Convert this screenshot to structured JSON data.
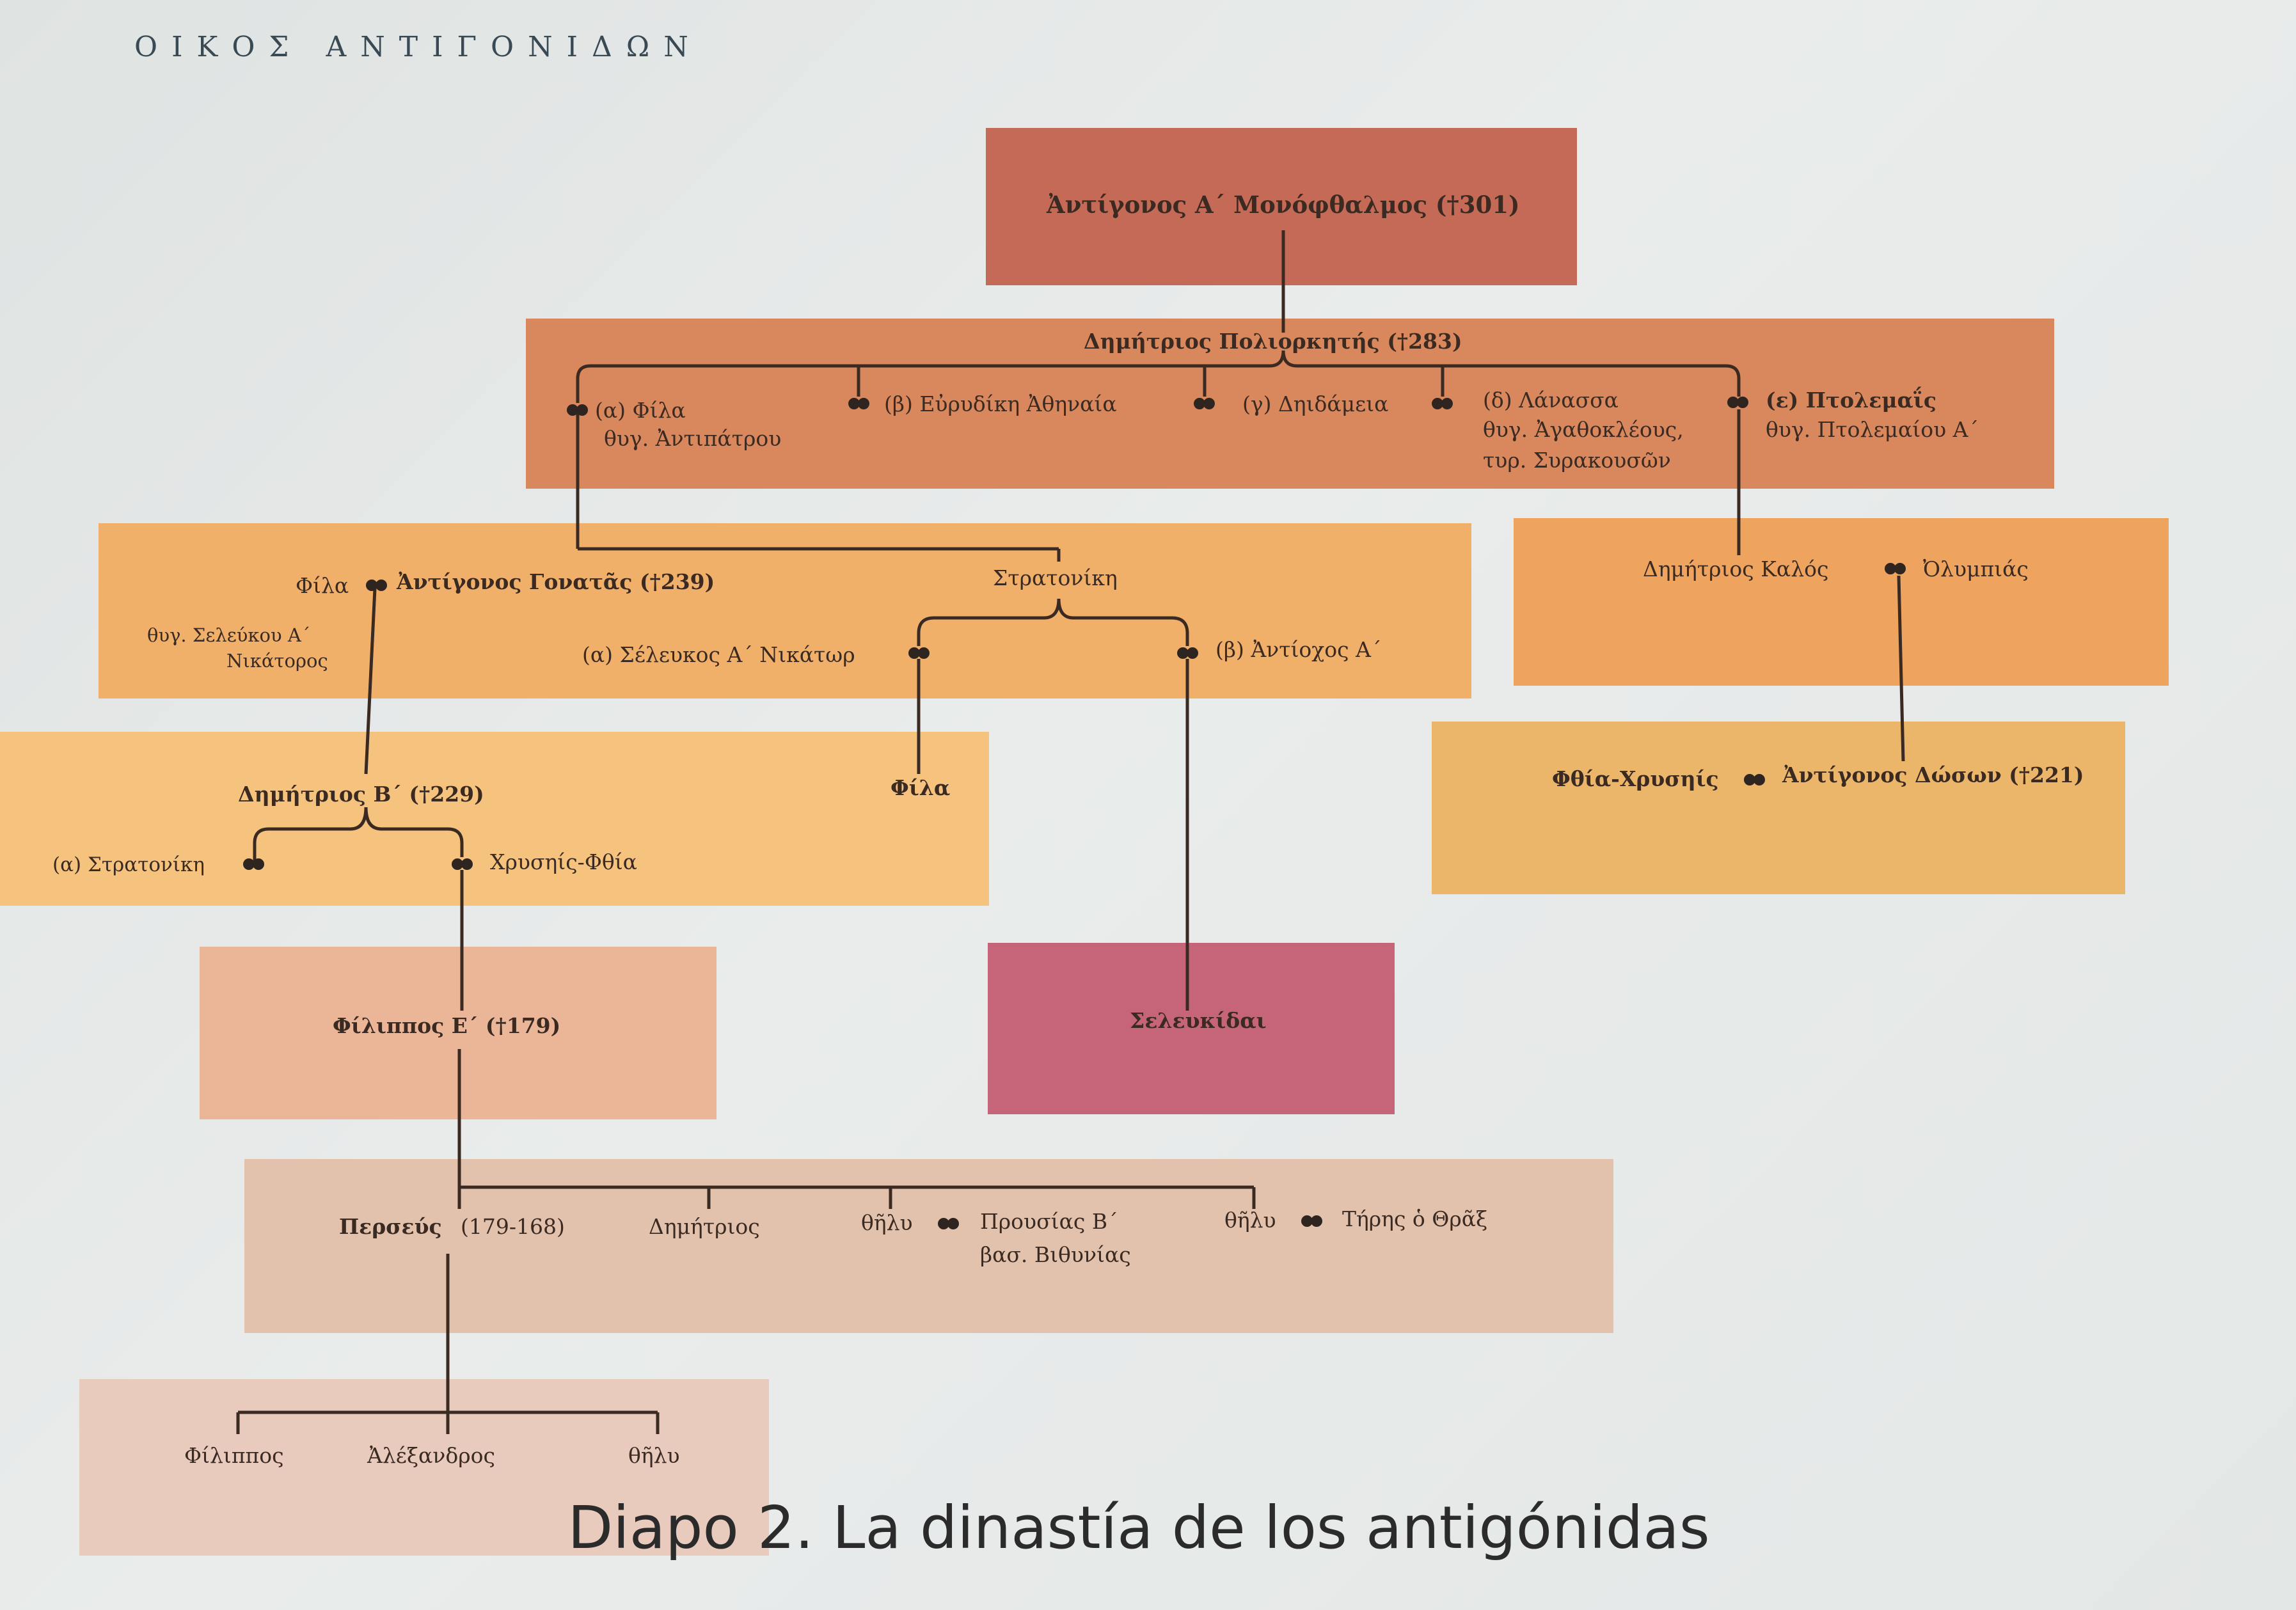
{
  "heading": "ΟΙΚΟΣ ΑΝΤΙΓΟΝΙΔΩΝ",
  "caption": "Diapo 2. La dinastía de los antigónidas",
  "colors": {
    "box_top": "#c46a56",
    "box_gen1": "#d9875c",
    "box_gen2": "#f1b06a",
    "box_gen2_right": "#eea45f",
    "box_gen3": "#f6c37e",
    "box_gen3_right": "#ecb66a",
    "box_philip": "#ebb698",
    "box_seleucids": "#c6647a",
    "box_perseus": "#e3c2ad",
    "box_last": "#e8cbbd",
    "line": "#3a2a22"
  },
  "nodes": {
    "antigonus_i": "Ἀντίγονος Α΄ Μονόφθαλμος (†301)",
    "demetrius_i": "Δημήτριος Πολιορκητής (†283)",
    "wife_a_name": "(α) Φίλα",
    "wife_a_note": "θυγ. Ἀντιπάτρου",
    "wife_b": "(β) Εὐρυδίκη Ἀθηναία",
    "wife_c": "(γ) Δηιδάμεια",
    "wife_d_name": "(δ) Λάνασσα",
    "wife_d_note1": "θυγ. Ἀγαθοκλέους,",
    "wife_d_note2": "τυρ. Συρακουσῶν",
    "wife_e_name": "(ε) Πτολεμαΐς",
    "wife_e_note": "θυγ. Πτολεμαίου Α΄",
    "phila_ii": "Φίλα",
    "phila_ii_note1": "θυγ. Σελεύκου Α΄",
    "phila_ii_note2": "Νικάτορος",
    "antigonus_ii": "Ἀντίγονος Γονατᾶς (†239)",
    "stratonice": "Στρατονίκη",
    "seleucus_i": "(α) Σέλευκος Α΄ Νικάτωρ",
    "antiochus_i": "(β) Ἀντίοχος Α΄",
    "demetrius_kalos": "Δημήτριος Καλός",
    "olympias": "Ὀλυμπιάς",
    "demetrius_ii": "Δημήτριος Β΄ (†229)",
    "phila_daughter": "Φίλα",
    "stratonice_wife": "(α) Στρατονίκη",
    "chryseis": "Χρυσηίς-Φθία",
    "phthia_chryseis": "Φθία-Χρυσηίς",
    "antigonus_doson": "Ἀντίγονος Δώσων (†221)",
    "philip_v": "Φίλιππος Ε΄ (†179)",
    "seleucids": "Σελευκίδαι",
    "perseus_name": "Περσεύς",
    "perseus_dates": "(179-168)",
    "demetrius_son": "Δημήτριος",
    "daughter_1": "θῆλυ",
    "prusias_name": "Προυσίας Β΄",
    "prusias_note": "βασ. Βιθυνίας",
    "daughter_2": "θῆλυ",
    "teres": "Τήρης ὁ Θρᾶξ",
    "philip_son": "Φίλιππος",
    "alexander_son": "Ἀλέξανδρος",
    "daughter_3": "θῆλυ"
  }
}
